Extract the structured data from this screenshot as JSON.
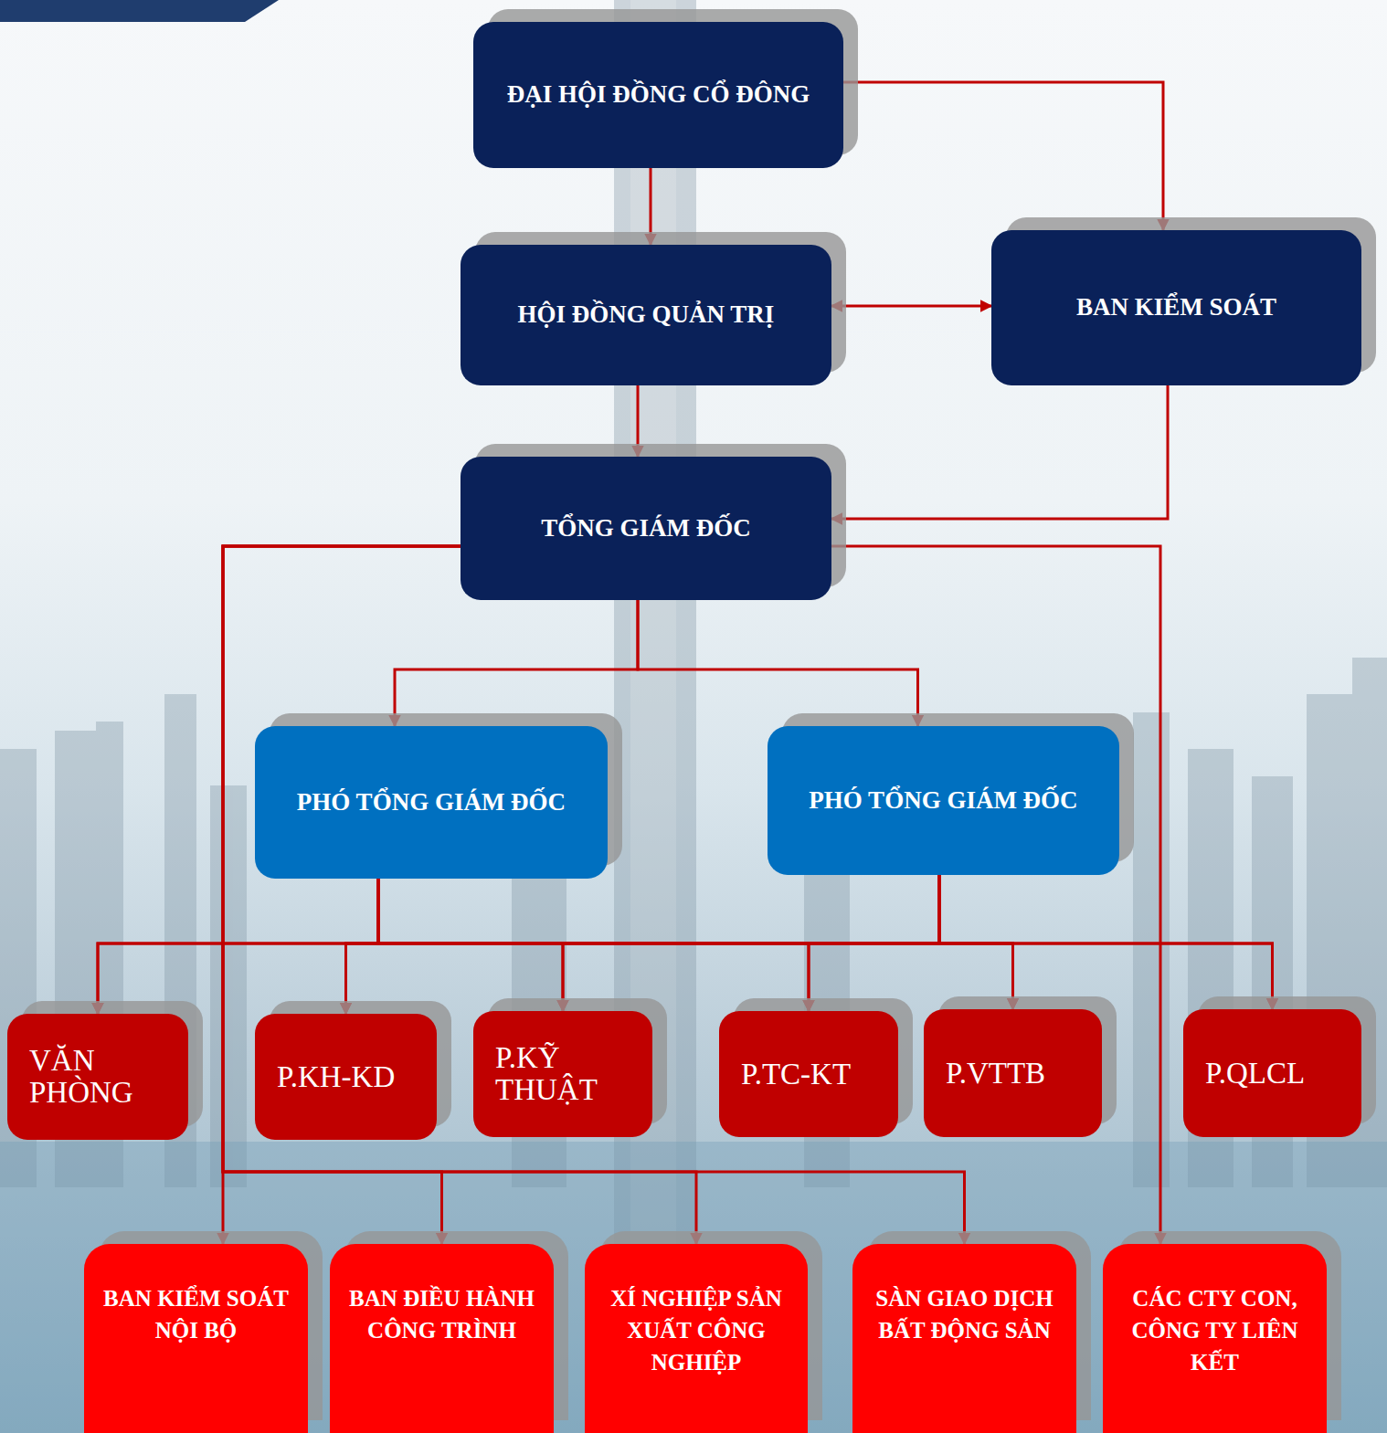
{
  "diagram": {
    "nodes": [
      {
        "text": [
          "ĐẠI HỘI ĐỒNG CỔ ĐÔNG"
        ]
      },
      {
        "text": [
          "HỘI ĐỒNG QUẢN TRỊ"
        ]
      },
      {
        "text": [
          "BAN KIỂM SOÁT"
        ]
      },
      {
        "text": [
          "TỔNG GIÁM ĐỐC"
        ]
      },
      {
        "text": [
          "PHÓ TỔNG GIÁM ĐỐC"
        ]
      },
      {
        "text": [
          "PHÓ TỔNG GIÁM ĐỐC"
        ]
      },
      {
        "text": [
          "VĂN PHÒNG"
        ]
      },
      {
        "text": [
          "P.KH-KD"
        ]
      },
      {
        "text": [
          "P.KỸ THUẬT"
        ]
      },
      {
        "text": [
          "P.TC-KT"
        ]
      },
      {
        "text": [
          "P.VTTB"
        ]
      },
      {
        "text": [
          "P.QLCL"
        ]
      },
      {
        "text": [
          "BAN KIỂM SOÁT NỘI BỘ"
        ]
      },
      {
        "text": [
          "BAN ĐIỀU HÀNH CÔNG TRÌNH"
        ]
      },
      {
        "text": [
          "XÍ NGHIỆP SẢN XUẤT CÔNG NGHIỆP"
        ]
      },
      {
        "text": [
          "SÀN GIAO DỊCH BẤT ĐỘNG SẢN"
        ]
      },
      {
        "text": [
          "CÁC CTY CON, CÔNG TY LIÊN KẾT"
        ]
      }
    ],
    "edges": [
      {
        "from": 0,
        "to": 1,
        "arrow": "to"
      },
      {
        "from": 0,
        "to": 2,
        "arrow": "to"
      },
      {
        "from": 1,
        "to": 2,
        "arrow": "both"
      },
      {
        "from": 1,
        "to": 3,
        "arrow": "to"
      },
      {
        "from": 2,
        "to": 3,
        "arrow": "to"
      },
      {
        "from": 3,
        "to": 4,
        "arrow": "to"
      },
      {
        "from": 3,
        "to": 5,
        "arrow": "to"
      },
      {
        "from": 4,
        "to": 6,
        "arrow": "to"
      },
      {
        "from": 4,
        "to": 7,
        "arrow": "to"
      },
      {
        "from": 4,
        "to": 8,
        "arrow": "to"
      },
      {
        "from": 4,
        "to": 9,
        "arrow": "to"
      },
      {
        "from": 4,
        "to": 10,
        "arrow": "to"
      },
      {
        "from": 4,
        "to": 11,
        "arrow": "to"
      },
      {
        "from": 5,
        "to": 6,
        "arrow": "to"
      },
      {
        "from": 5,
        "to": 7,
        "arrow": "to"
      },
      {
        "from": 5,
        "to": 8,
        "arrow": "to"
      },
      {
        "from": 5,
        "to": 9,
        "arrow": "to"
      },
      {
        "from": 5,
        "to": 10,
        "arrow": "to"
      },
      {
        "from": 5,
        "to": 11,
        "arrow": "to"
      },
      {
        "from": 3,
        "to": 12,
        "arrow": "to"
      },
      {
        "from": 3,
        "to": 13,
        "arrow": "to"
      },
      {
        "from": 3,
        "to": 14,
        "arrow": "to"
      },
      {
        "from": 3,
        "to": 15,
        "arrow": "to"
      },
      {
        "from": 3,
        "to": 16,
        "arrow": "to"
      }
    ]
  }
}
